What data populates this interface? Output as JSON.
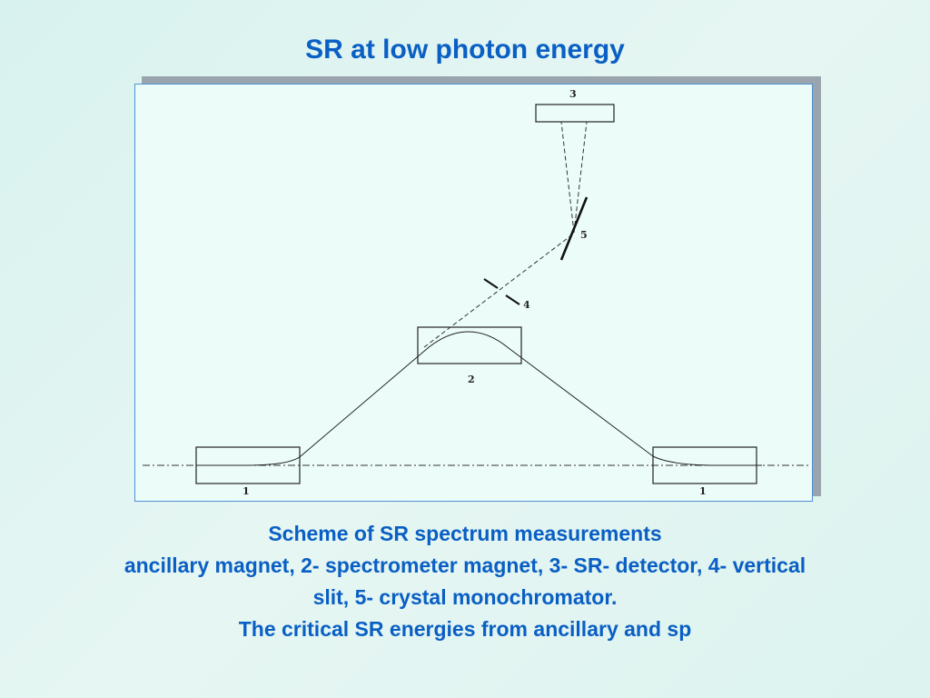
{
  "slide": {
    "title": "SR at low photon energy",
    "caption_lines": [
      "Scheme of SR spectrum measurements",
      "ancillary magnet, 2- spectrometer magnet, 3- SR- detector, 4- vertical",
      "slit, 5- crystal monochromator.",
      "The critical SR energies from ancillary and sp"
    ]
  },
  "diagram": {
    "labels": {
      "left_ancillary_magnet": "1",
      "right_ancillary_magnet": "1",
      "spectrometer_magnet": "2",
      "detector": "3",
      "slit": "4",
      "monochromator": "5"
    }
  },
  "colors": {
    "title_text": "#0a5fc4",
    "frame_border": "#4f8fd6",
    "frame_bg": "#ecfdf9"
  }
}
